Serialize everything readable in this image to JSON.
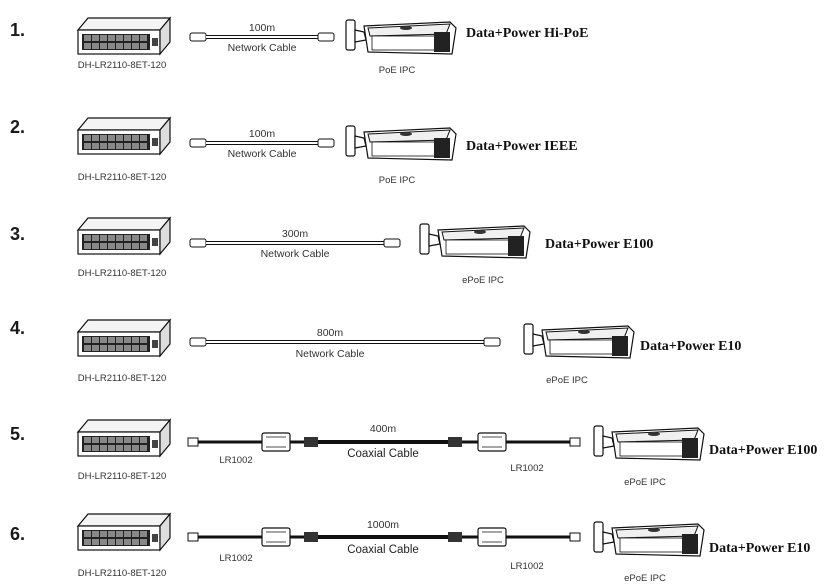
{
  "rows": [
    {
      "number": "1.",
      "switch_model": "DH-LR2110-8ET-120",
      "cable_length": "100m",
      "cable_label": "Network Cable",
      "camera_label": "PoE IPC",
      "power_label": "Data+Power Hi-PoE"
    },
    {
      "number": "2.",
      "switch_model": "DH-LR2110-8ET-120",
      "cable_length": "100m",
      "cable_label": "Network Cable",
      "camera_label": "PoE IPC",
      "power_label": "Data+Power IEEE"
    },
    {
      "number": "3.",
      "switch_model": "DH-LR2110-8ET-120",
      "cable_length": "300m",
      "cable_label": "Network Cable",
      "camera_label": "ePoE IPC",
      "power_label": "Data+Power E100"
    },
    {
      "number": "4.",
      "switch_model": "DH-LR2110-8ET-120",
      "cable_length": "800m",
      "cable_label": "Network Cable",
      "camera_label": "ePoE IPC",
      "power_label": "Data+Power E10"
    },
    {
      "number": "5.",
      "switch_model": "DH-LR2110-8ET-120",
      "cable_length": "400m",
      "cable_label": "Coaxial Cable",
      "converter_left": "LR1002",
      "converter_right": "LR1002",
      "camera_label": "ePoE IPC",
      "power_label": "Data+Power E100"
    },
    {
      "number": "6.",
      "switch_model": "DH-LR2110-8ET-120",
      "cable_length": "1000m",
      "cable_label": "Coaxial Cable",
      "converter_left": "LR1002",
      "converter_right": "LR1002",
      "camera_label": "ePoE IPC",
      "power_label": "Data+Power E10"
    }
  ]
}
